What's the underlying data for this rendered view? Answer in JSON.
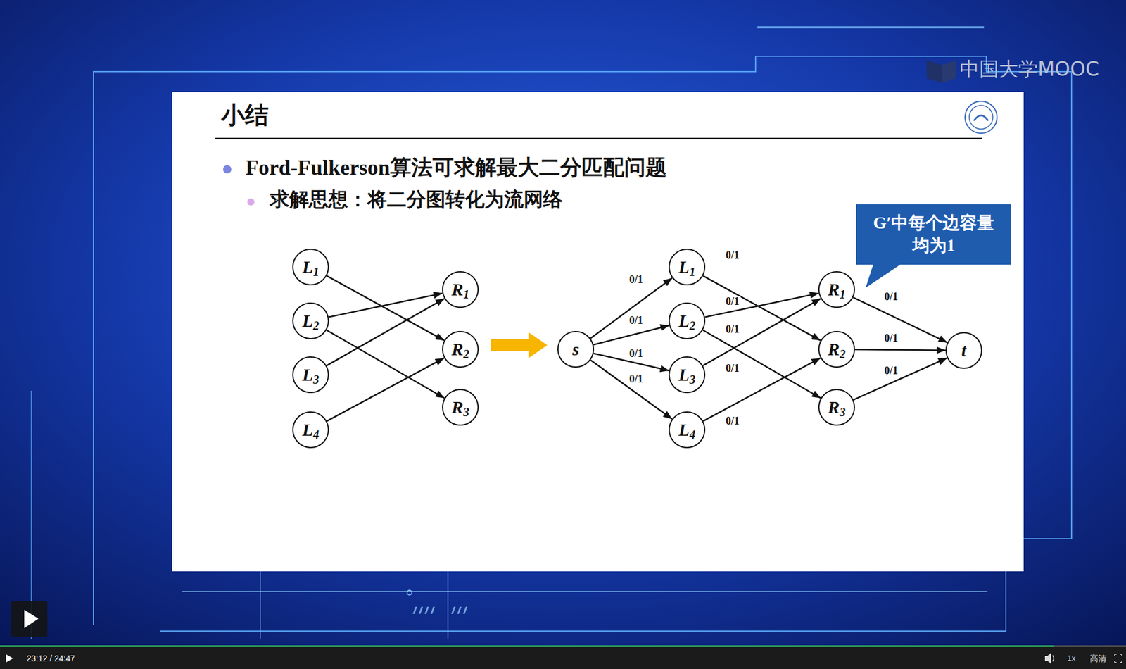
{
  "diagram": {
    "title": "小结",
    "nodes": [
      {
        "text": [
          "L1"
        ]
      },
      {
        "text": [
          "L2"
        ]
      },
      {
        "text": [
          "L3"
        ]
      },
      {
        "text": [
          "L4"
        ]
      },
      {
        "text": [
          "R1"
        ]
      },
      {
        "text": [
          "R2"
        ]
      },
      {
        "text": [
          "R3"
        ]
      },
      {
        "text": [
          "s"
        ]
      },
      {
        "text": [
          "L1"
        ]
      },
      {
        "text": [
          "L2"
        ]
      },
      {
        "text": [
          "L3"
        ]
      },
      {
        "text": [
          "L4"
        ]
      },
      {
        "text": [
          "R1"
        ]
      },
      {
        "text": [
          "R2"
        ]
      },
      {
        "text": [
          "R3"
        ]
      },
      {
        "text": [
          "t"
        ]
      },
      {
        "text": [
          "G′中每个边容量均为1"
        ]
      }
    ],
    "edges": [
      {
        "from": 0,
        "to": 5,
        "arrow": "to"
      },
      {
        "from": 1,
        "to": 4,
        "arrow": "to"
      },
      {
        "from": 1,
        "to": 6,
        "arrow": "to"
      },
      {
        "from": 2,
        "to": 4,
        "arrow": "to"
      },
      {
        "from": 3,
        "to": 5,
        "arrow": "to"
      },
      {
        "from": 7,
        "to": 8,
        "label": "0/1",
        "arrow": "to"
      },
      {
        "from": 7,
        "to": 9,
        "label": "0/1",
        "arrow": "to"
      },
      {
        "from": 7,
        "to": 10,
        "label": "0/1",
        "arrow": "to"
      },
      {
        "from": 7,
        "to": 11,
        "label": "0/1",
        "arrow": "to"
      },
      {
        "from": 8,
        "to": 13,
        "label": "0/1",
        "arrow": "to"
      },
      {
        "from": 9,
        "to": 12,
        "label": "0/1",
        "arrow": "to"
      },
      {
        "from": 9,
        "to": 14,
        "label": "0/1",
        "arrow": "to"
      },
      {
        "from": 10,
        "to": 12,
        "label": "0/1",
        "arrow": "to"
      },
      {
        "from": 11,
        "to": 13,
        "label": "0/1",
        "arrow": "to"
      },
      {
        "from": 12,
        "to": 15,
        "label": "0/1",
        "arrow": "to"
      },
      {
        "from": 13,
        "to": 15,
        "label": "0/1",
        "arrow": "to"
      },
      {
        "from": 14,
        "to": 15,
        "label": "0/1",
        "arrow": "to"
      }
    ],
    "labels": [
      "Ford-Fulkerson算法可求解最大二分匹配问题",
      "求解思想：将二分图转化为流网络",
      "中国大学MOOC",
      "23:12 / 24:47",
      "1x",
      "高清"
    ]
  }
}
